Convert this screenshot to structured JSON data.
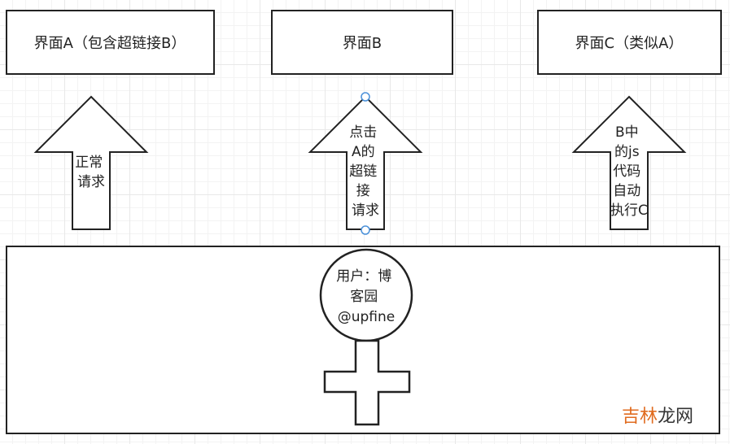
{
  "interfaces": {
    "a": {
      "label": "界面A（包含超链接B）"
    },
    "b": {
      "label": "界面B"
    },
    "c": {
      "label": "界面C（类似A）"
    }
  },
  "arrows": {
    "normal": {
      "lines": [
        "正常",
        "请求"
      ]
    },
    "click": {
      "lines": [
        "点击",
        "A的",
        "超链",
        "接",
        "请求"
      ]
    },
    "auto": {
      "lines": [
        "B中",
        "的js",
        "代码",
        "自动",
        "执行C"
      ]
    }
  },
  "user": {
    "lines": [
      "用户：博",
      "客园",
      "@upfine"
    ]
  },
  "watermark": {
    "part1": "吉林",
    "part2": "龙网",
    "color1": "#e06b1f",
    "color2": "#333333"
  },
  "colors": {
    "stroke": "#222222",
    "handle": "#4a90d9"
  }
}
